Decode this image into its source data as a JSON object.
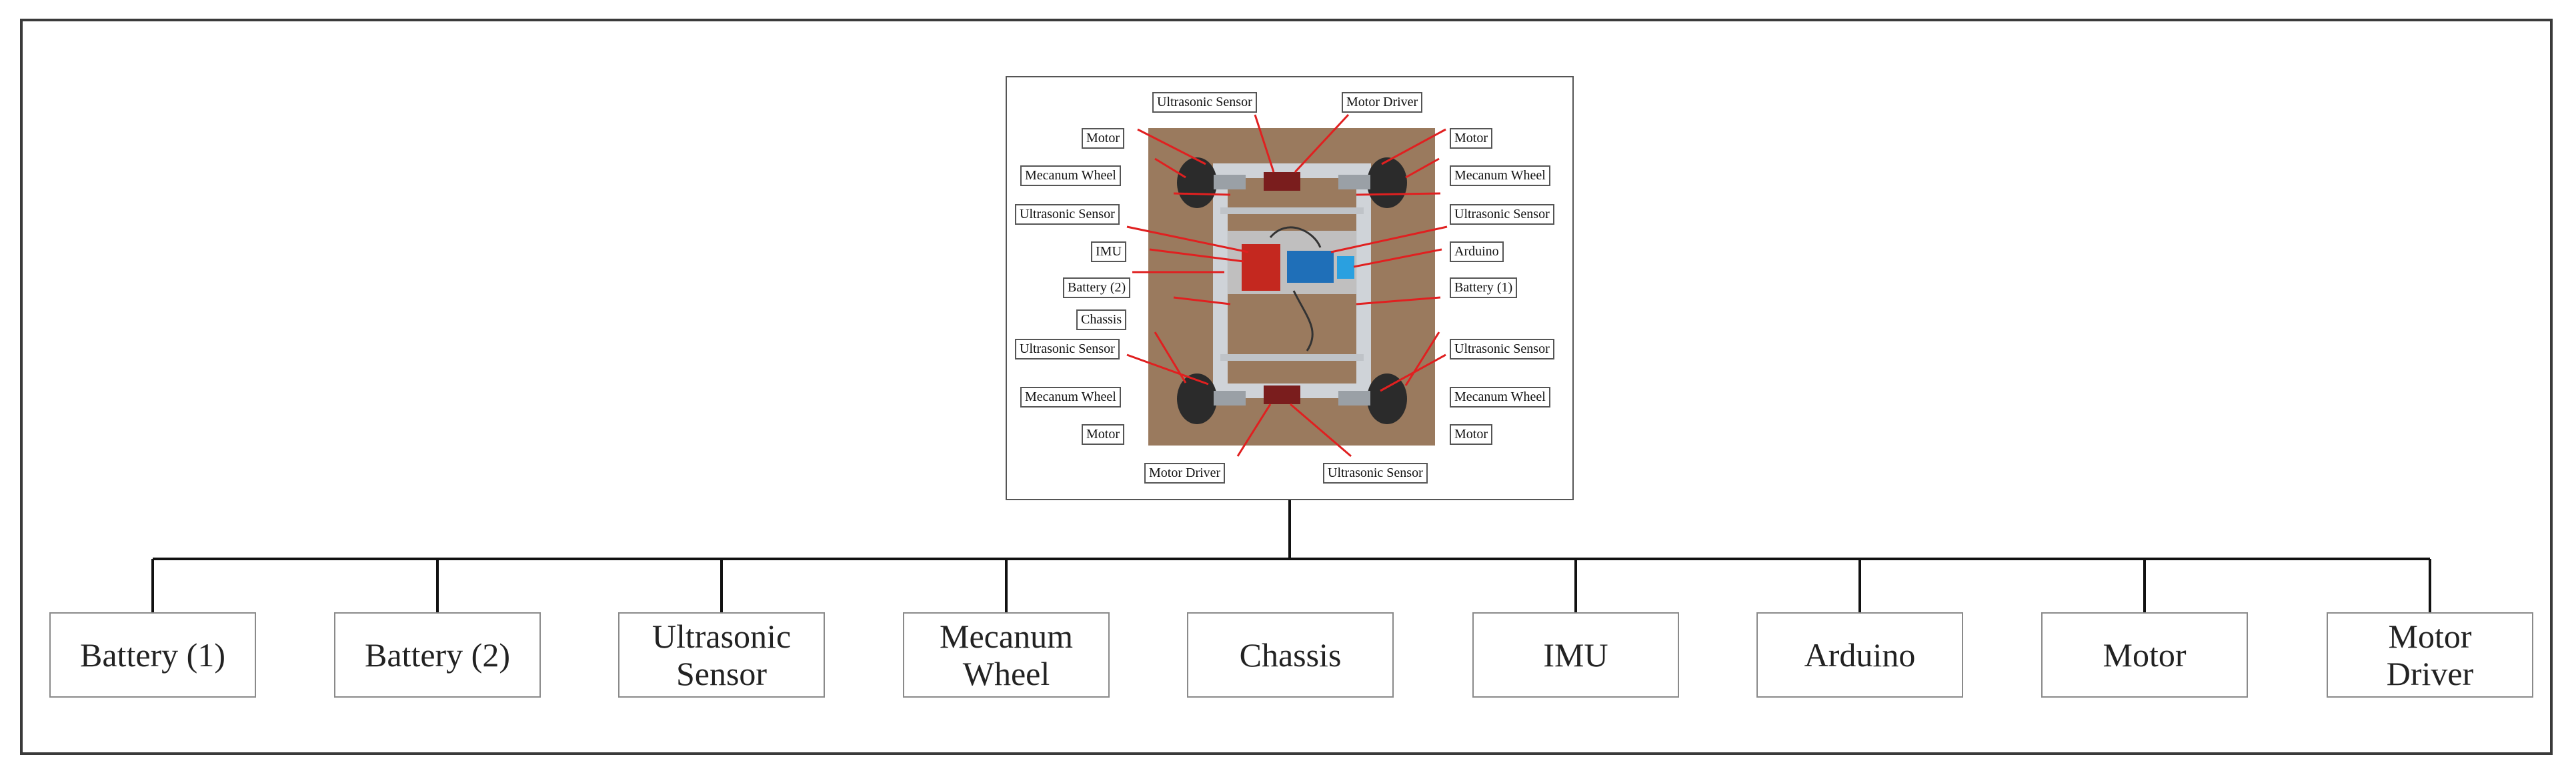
{
  "components": [
    {
      "label": "Battery (1)"
    },
    {
      "label": "Battery (2)"
    },
    {
      "label": "Ultrasonic\nSensor"
    },
    {
      "label": "Mecanum\nWheel"
    },
    {
      "label": "Chassis"
    },
    {
      "label": "IMU"
    },
    {
      "label": "Arduino"
    },
    {
      "label": "Motor"
    },
    {
      "label": "Motor\nDriver"
    }
  ],
  "photo_labels": {
    "top_ultrasonic": "Ultrasonic Sensor",
    "top_motor_driver": "Motor Driver",
    "left_motor_top": "Motor",
    "left_wheel_top": "Mecanum Wheel",
    "left_ultrasonic_top": "Ultrasonic Sensor",
    "left_imu": "IMU",
    "left_battery2": "Battery (2)",
    "left_chassis": "Chassis",
    "left_ultrasonic_bottom": "Ultrasonic Sensor",
    "left_wheel_bottom": "Mecanum Wheel",
    "left_motor_bottom": "Motor",
    "right_motor_top": "Motor",
    "right_wheel_top": "Mecanum Wheel",
    "right_ultrasonic_top": "Ultrasonic Sensor",
    "right_arduino": "Arduino",
    "right_battery1": "Battery (1)",
    "right_ultrasonic_bottom": "Ultrasonic Sensor",
    "right_wheel_bottom": "Mecanum Wheel",
    "right_motor_bottom": "Motor",
    "bottom_motor_driver": "Motor Driver",
    "bottom_ultrasonic": "Ultrasonic Sensor"
  },
  "colors": {
    "frame": "#3a3a3a",
    "leader_line": "#e02020",
    "photo_background": "#9a7a5e"
  }
}
